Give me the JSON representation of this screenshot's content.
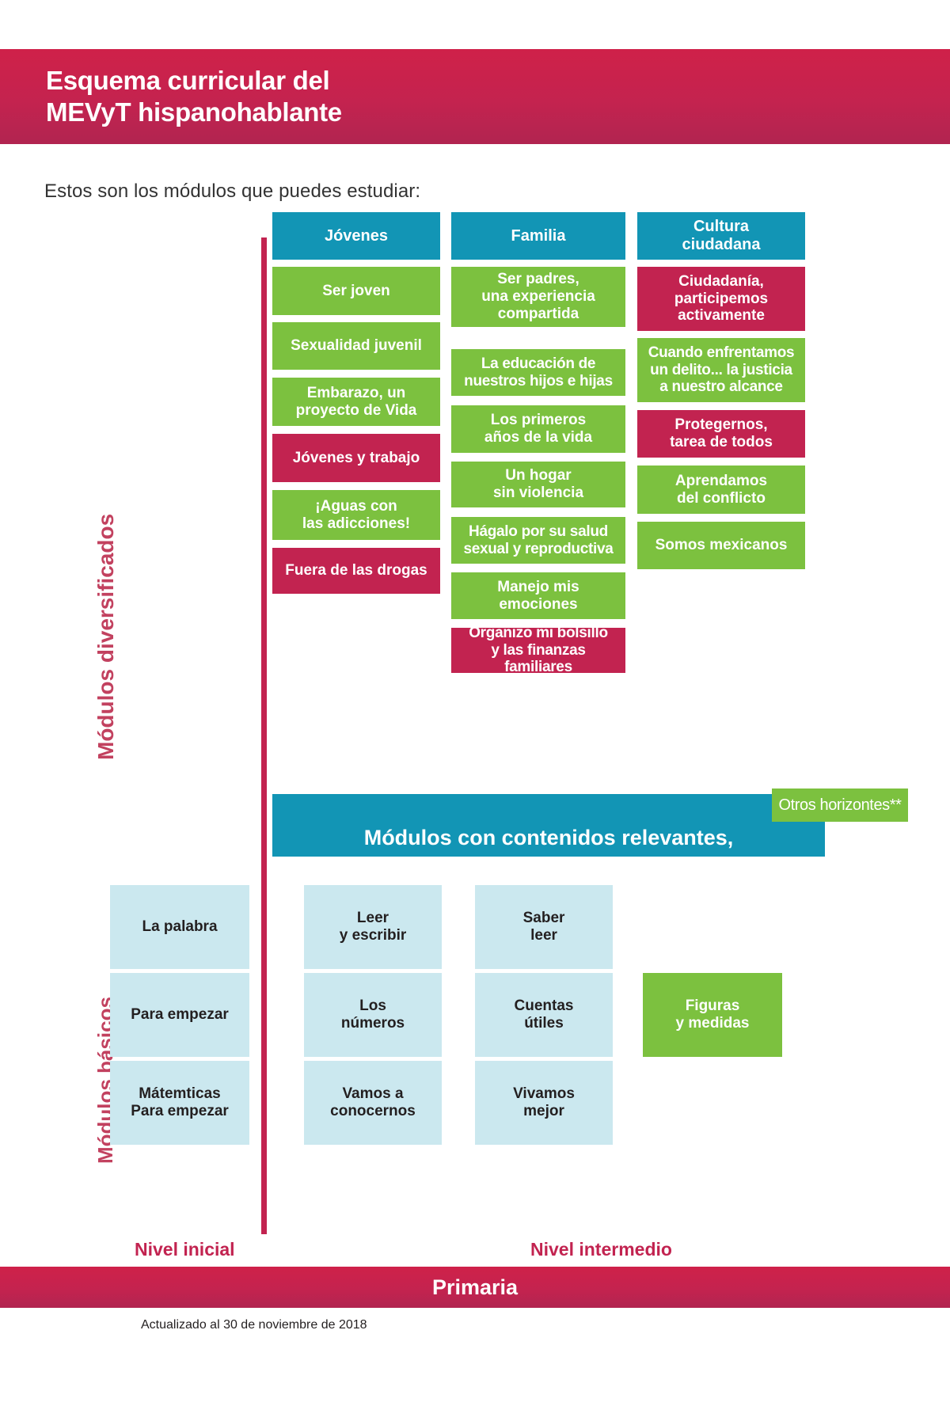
{
  "header": {
    "title": "Esquema curricular del\nMEVyT hispanohablante"
  },
  "subtitle": "Estos son los módulos que puedes estudiar:",
  "side_labels": {
    "diversificados": "Módulos diversificados",
    "basicos": "Módulos básicos"
  },
  "columns": [
    {
      "header": "Jóvenes",
      "modules": [
        {
          "label": "Ser joven",
          "color": "green"
        },
        {
          "label": "Sexualidad juvenil",
          "color": "green"
        },
        {
          "label": "Embarazo, un\nproyecto de Vida",
          "color": "green"
        },
        {
          "label": "Jóvenes y trabajo",
          "color": "red"
        },
        {
          "label": "¡Aguas con\nlas adicciones!",
          "color": "green"
        },
        {
          "label": "Fuera de las drogas",
          "color": "red"
        }
      ]
    },
    {
      "header": "Familia",
      "modules": [
        {
          "label": "Ser padres,\nuna experiencia\ncompartida",
          "color": "green"
        },
        {
          "label": "La educación de\nnuestros hijos e hijas",
          "color": "green"
        },
        {
          "label": "Los primeros\naños de la vida",
          "color": "green"
        },
        {
          "label": "Un hogar\nsin violencia",
          "color": "green"
        },
        {
          "label": "Hágalo por su salud\nsexual y reproductiva",
          "color": "green"
        },
        {
          "label": "Manejo mis\nemociones",
          "color": "green"
        },
        {
          "label": "Organizo mi bolsillo\ny las finanzas familiares",
          "color": "red"
        }
      ]
    },
    {
      "header": "Cultura\nciudadana",
      "modules": [
        {
          "label": "Ciudadanía,\nparticipemos\nactivamente",
          "color": "red"
        },
        {
          "label": "Cuando enfrentamos\nun delito... la justicia\na nuestro alcance",
          "color": "green"
        },
        {
          "label": "Protegernos,\ntarea de todos",
          "color": "red"
        },
        {
          "label": "Aprendamos\ndel conflicto",
          "color": "green"
        },
        {
          "label": "Somos mexicanos",
          "color": "green"
        }
      ]
    }
  ],
  "banner": {
    "text": "Módulos con contenidos relevantes,",
    "badge": "Otros horizontes**"
  },
  "basic_modules": {
    "inicial": [
      {
        "label": "La palabra",
        "color": "lightblue"
      },
      {
        "label": "Para empezar",
        "color": "lightblue"
      },
      {
        "label": "Mátemticas\nPara empezar",
        "color": "lightblue"
      }
    ],
    "intermedio_col1": [
      {
        "label": "Leer\ny escribir",
        "color": "lightblue"
      },
      {
        "label": "Los\nnúmeros",
        "color": "lightblue"
      },
      {
        "label": "Vamos a\nconocernos",
        "color": "lightblue"
      }
    ],
    "intermedio_col2": [
      {
        "label": "Saber\nleer",
        "color": "lightblue"
      },
      {
        "label": "Cuentas\nútiles",
        "color": "lightblue"
      },
      {
        "label": "Vivamos\nmejor",
        "color": "lightblue"
      }
    ],
    "intermedio_col3": [
      {
        "label": "Figuras\ny medidas",
        "color": "green"
      }
    ]
  },
  "levels": {
    "inicial": "Nivel inicial",
    "intermedio": "Nivel intermedio"
  },
  "footer": {
    "title": "Primaria",
    "note": "Actualizado al 30 de noviembre de 2018"
  },
  "colors": {
    "brand_red": "#c22350",
    "teal": "#1295b5",
    "green": "#7cc13f",
    "light_blue": "#cbe8ef",
    "text_dark": "#231f20"
  }
}
